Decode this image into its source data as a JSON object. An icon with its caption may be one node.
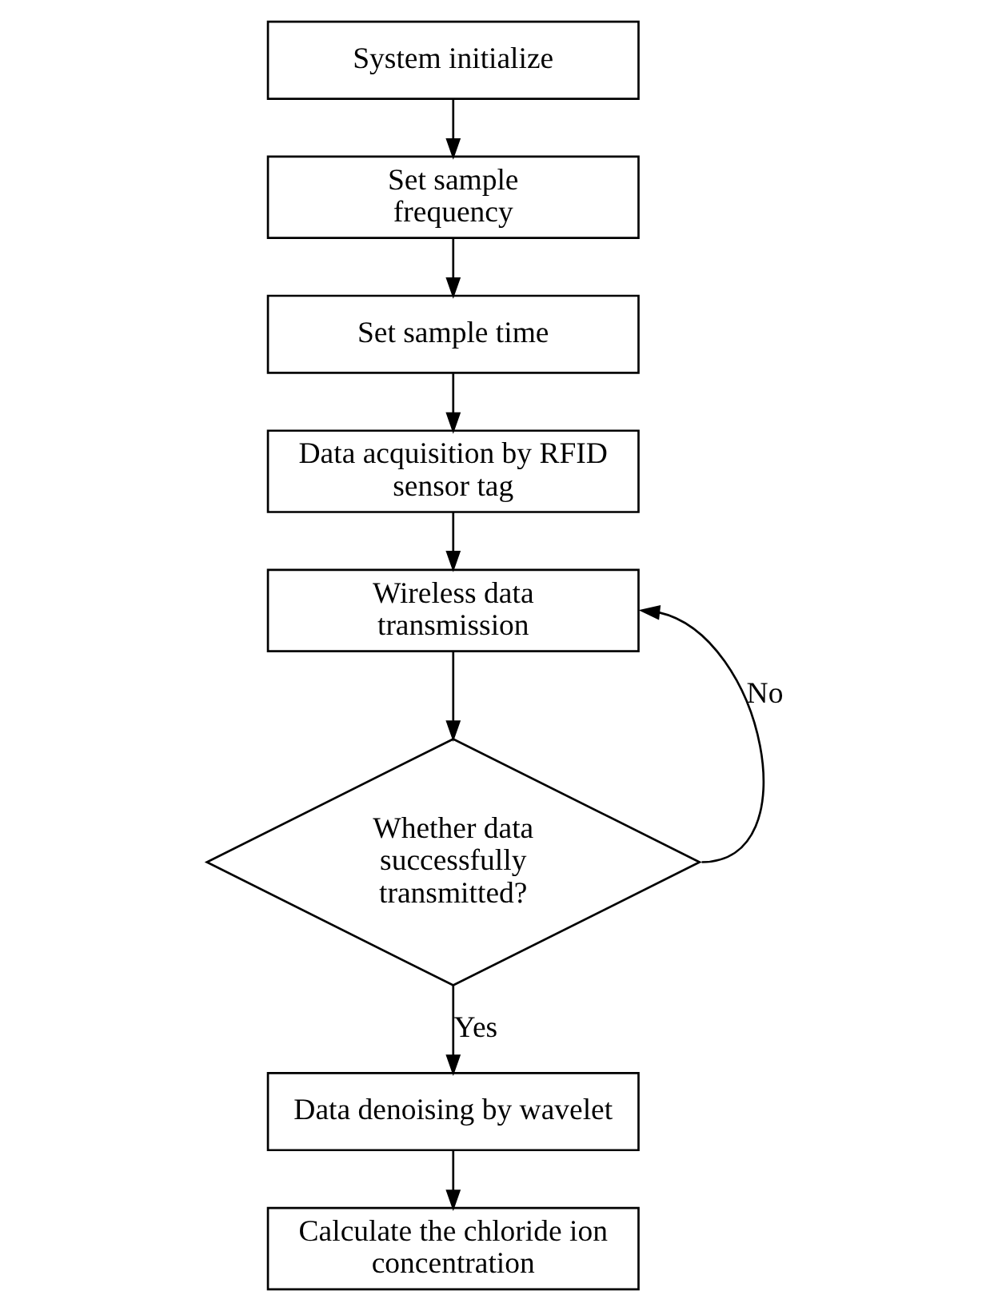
{
  "diagram": {
    "nodes": [
      {
        "text": [
          "System initialize"
        ]
      },
      {
        "text": [
          "Set sample frequency"
        ]
      },
      {
        "text": [
          "Set sample time"
        ]
      },
      {
        "text": [
          "Data acquisition by RFID sensor tag"
        ]
      },
      {
        "text": [
          "Wireless data transmission"
        ]
      },
      {
        "text": [
          "Whether data successfully transmitted?"
        ]
      },
      {
        "text": [
          "Data denoising by wavelet"
        ]
      },
      {
        "text": [
          "Calculate the chloride ion concentration"
        ]
      }
    ],
    "edges": [
      {
        "from": 0,
        "to": 1,
        "arrow": "to"
      },
      {
        "from": 1,
        "to": 2,
        "arrow": "to"
      },
      {
        "from": 2,
        "to": 3,
        "arrow": "to"
      },
      {
        "from": 3,
        "to": 4,
        "arrow": "to"
      },
      {
        "from": 4,
        "to": 5,
        "arrow": "to"
      },
      {
        "from": 5,
        "to": 6,
        "label": "Yes",
        "arrow": "to"
      },
      {
        "from": 5,
        "to": 4,
        "label": "No",
        "arrow": "to"
      },
      {
        "from": 6,
        "to": 7,
        "arrow": "to"
      }
    ]
  }
}
